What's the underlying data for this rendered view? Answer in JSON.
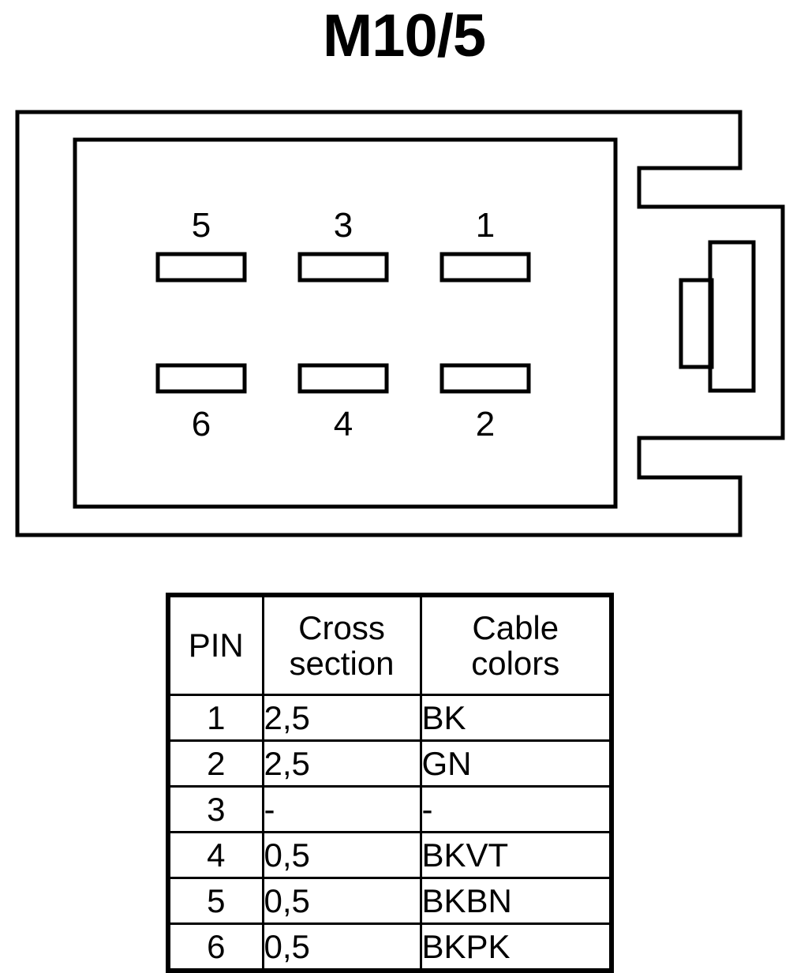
{
  "title": "M10/5",
  "connector": {
    "pins_top": [
      {
        "label": "5"
      },
      {
        "label": "3"
      },
      {
        "label": "1"
      }
    ],
    "pins_bottom": [
      {
        "label": "6"
      },
      {
        "label": "4"
      },
      {
        "label": "2"
      }
    ]
  },
  "table": {
    "headers": {
      "pin": "PIN",
      "cross_line1": "Cross",
      "cross_line2": "section",
      "color_line1": "Cable",
      "color_line2": "colors"
    },
    "rows": [
      {
        "pin": "1",
        "cross_section": "2,5",
        "cable_colors": "BK"
      },
      {
        "pin": "2",
        "cross_section": "2,5",
        "cable_colors": "GN"
      },
      {
        "pin": "3",
        "cross_section": "-",
        "cable_colors": "-"
      },
      {
        "pin": "4",
        "cross_section": "0,5",
        "cable_colors": "BKVT"
      },
      {
        "pin": "5",
        "cross_section": "0,5",
        "cable_colors": "BKBN"
      },
      {
        "pin": "6",
        "cross_section": "0,5",
        "cable_colors": "BKPK"
      }
    ]
  },
  "colors": {
    "line": "#000000",
    "background": "#ffffff"
  }
}
